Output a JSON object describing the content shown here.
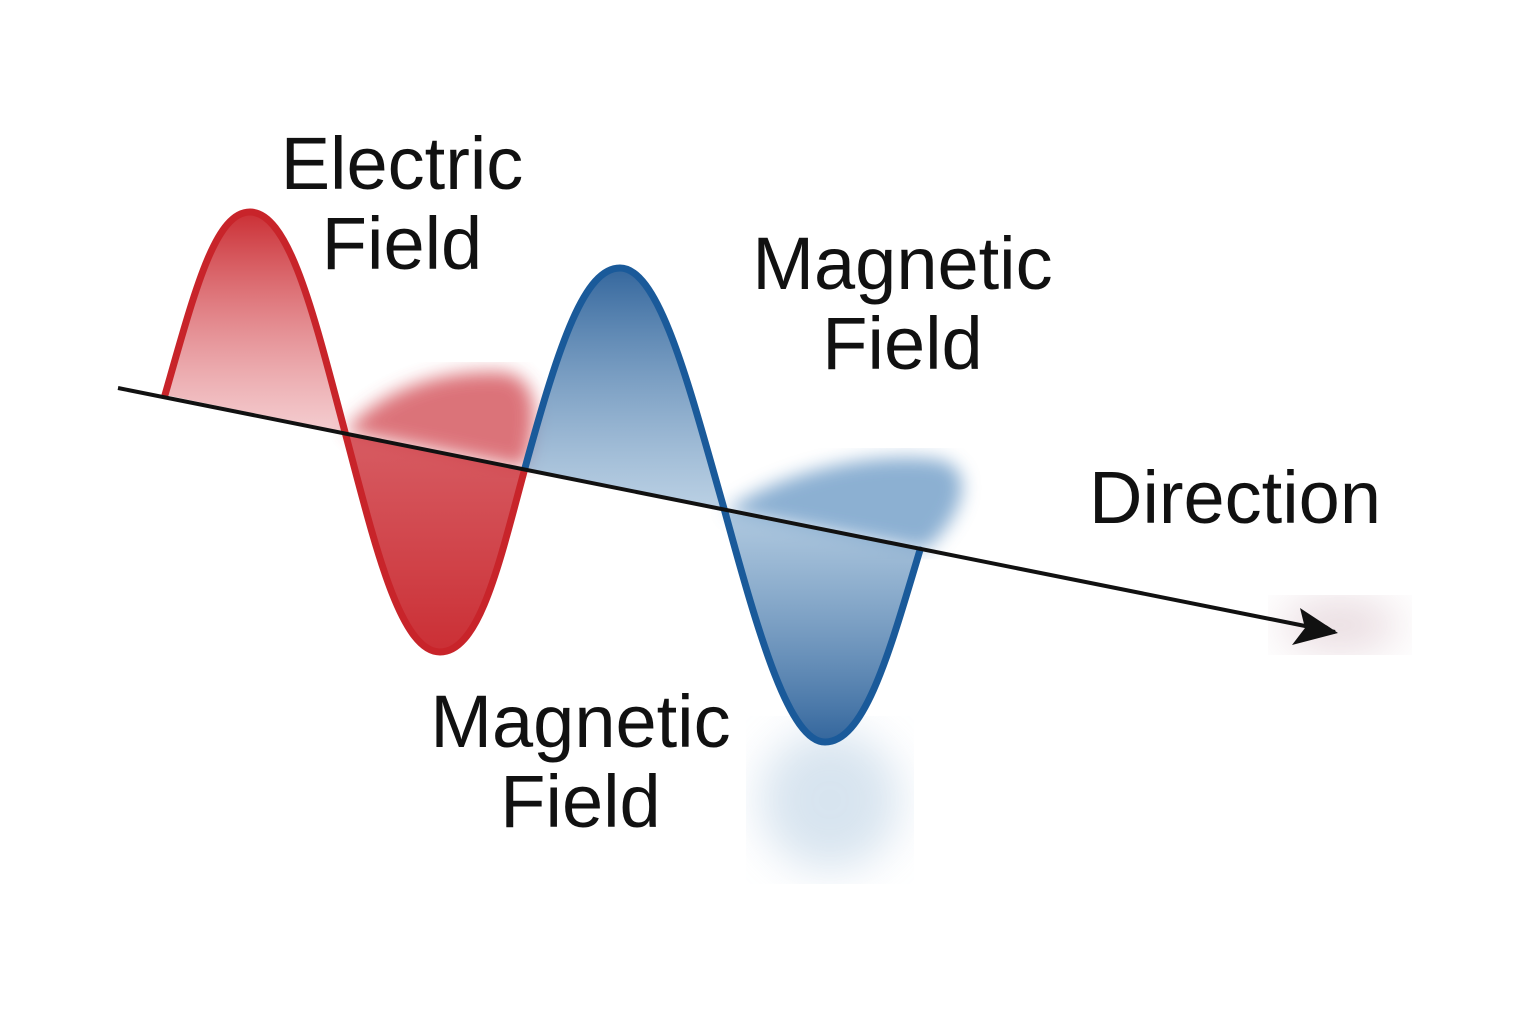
{
  "labels": {
    "electric_field": [
      "Electric",
      "Field"
    ],
    "magnetic_field_top": [
      "Magnetic",
      "Field"
    ],
    "magnetic_field_bottom": [
      "Magnetic",
      "Field"
    ],
    "direction": "Direction"
  },
  "colors": {
    "electric": "#c8242a",
    "magnetic": "#1a5a9a",
    "axis": "#111111"
  }
}
